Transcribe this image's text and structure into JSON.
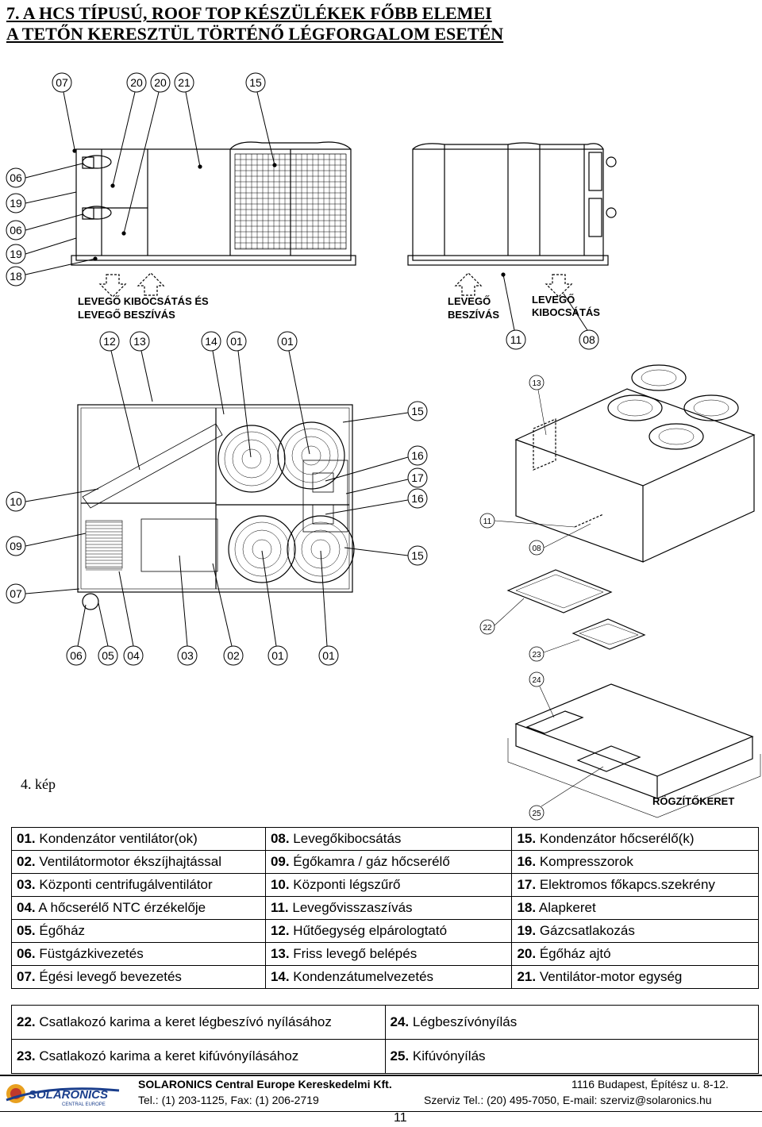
{
  "title": {
    "line1": "7. A HCS TÍPUSÚ, ROOF TOP KÉSZÜLÉKEK FŐBB ELEMEI",
    "line2": "A TETŐN KERESZTÜL TÖRTÉNŐ LÉGFORGALOM ESETÉN"
  },
  "side_view_left": {
    "callouts": [
      "07",
      "20",
      "20",
      "21",
      "15",
      "06",
      "19",
      "06",
      "19",
      "18"
    ],
    "label_line1": "LEVEGŐ KIBOCSÁTÁS ÉS",
    "label_line2": "LEVEGŐ BESZÍVÁS"
  },
  "side_view_right": {
    "label_in_line1": "LEVEGŐ",
    "label_in_line2": "BESZÍVÁS",
    "label_out_line1": "LEVEGŐ",
    "label_out_line2": "KIBOCSÁTÁS",
    "callouts": [
      "11",
      "08"
    ]
  },
  "top_view": {
    "callouts_top": [
      "12",
      "13",
      "14",
      "01",
      "01"
    ],
    "callouts_right": [
      "15",
      "16",
      "17",
      "16",
      "15"
    ],
    "callouts_left": [
      "10",
      "09",
      "07"
    ],
    "callouts_bottom": [
      "06",
      "05",
      "04",
      "03",
      "02",
      "01",
      "01"
    ]
  },
  "iso_view": {
    "callouts": [
      "13",
      "11",
      "08",
      "22",
      "23",
      "24",
      "25"
    ],
    "frame_label": "RÖGZÍTŐKERET"
  },
  "figure_caption": "4. kép",
  "legend": [
    [
      "01. Kondenzátor ventilátor(ok)",
      "08. Levegőkibocsátás",
      "15. Kondenzátor hőcserélő(k)"
    ],
    [
      "02. Ventilátormotor ékszíjhajtással",
      "09. Égőkamra / gáz hőcserélő",
      "16. Kompresszorok"
    ],
    [
      "03. Központi centrifugálventilátor",
      "10. Központi légszűrő",
      "17. Elektromos főkapcs.szekrény"
    ],
    [
      "04. A hőcserélő NTC érzékelője",
      "11. Levegővisszaszívás",
      "18. Alapkeret"
    ],
    [
      "05. Égőház",
      "12. Hűtőegység elpárologtató",
      "19. Gázcsatlakozás"
    ],
    [
      "06. Füstgázkivezetés",
      "13. Friss levegő belépés",
      "20. Égőház ajtó"
    ],
    [
      "07. Égési levegő bevezetés",
      "14. Kondenzátumelvezetés",
      "21. Ventilátor-motor egység"
    ]
  ],
  "legend2": [
    [
      "22. Csatlakozó karima a keret légbeszívó nyílásához",
      "24. Légbeszívónyílás"
    ],
    [
      "23. Csatlakozó karima a keret kifúvónyílásához",
      "25. Kifúvónyílás"
    ]
  ],
  "footer": {
    "logo_text": "SOLARONICS",
    "logo_sub": "CENTRAL EUROPE",
    "company": "SOLARONICS Central Europe Kereskedelmi Kft.",
    "address": "1116 Budapest, Építész u. 8-12.",
    "phone": "Tel.: (1) 203-1125,  Fax: (1) 206-2719",
    "service": "Szerviz Tel.: (20) 495-7050, E-mail: szerviz@solaronics.hu"
  },
  "page_number": "11"
}
